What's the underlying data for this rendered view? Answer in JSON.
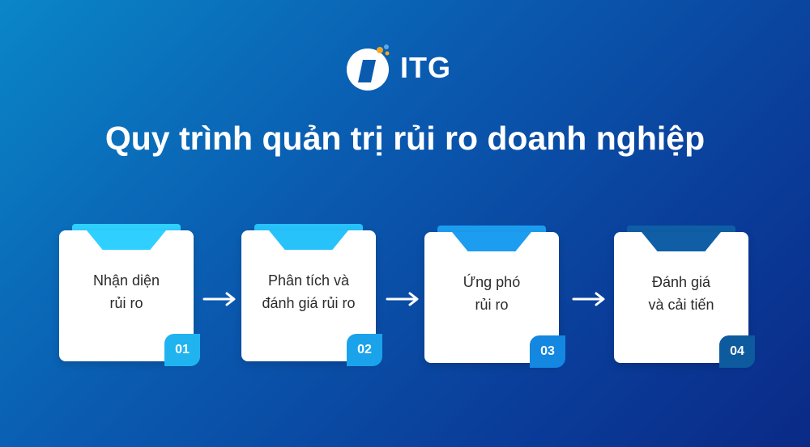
{
  "brand": {
    "name": "ITG"
  },
  "title": "Quy trình quản trị rủi ro doanh nghiệp",
  "steps": [
    {
      "label": "Nhận diện\nrủi ro",
      "number": "01",
      "color": "#1fb4f0"
    },
    {
      "label": "Phân tích và\nđánh giá rủi ro",
      "number": "02",
      "color": "#1aa3ea"
    },
    {
      "label": "Ứng phó\nrủi ro",
      "number": "03",
      "color": "#1487e0"
    },
    {
      "label": "Đánh giá\nvà cải tiến",
      "number": "04",
      "color": "#0d5a9e"
    }
  ],
  "colors": {
    "tab_1": "#2fd0ff",
    "tab_2": "#27c2fa",
    "tab_3": "#1c9df0",
    "tab_4": "#0f5ea6",
    "logo_dot_orange": "#f5a623",
    "logo_dot_blue": "#5aa8e6"
  }
}
